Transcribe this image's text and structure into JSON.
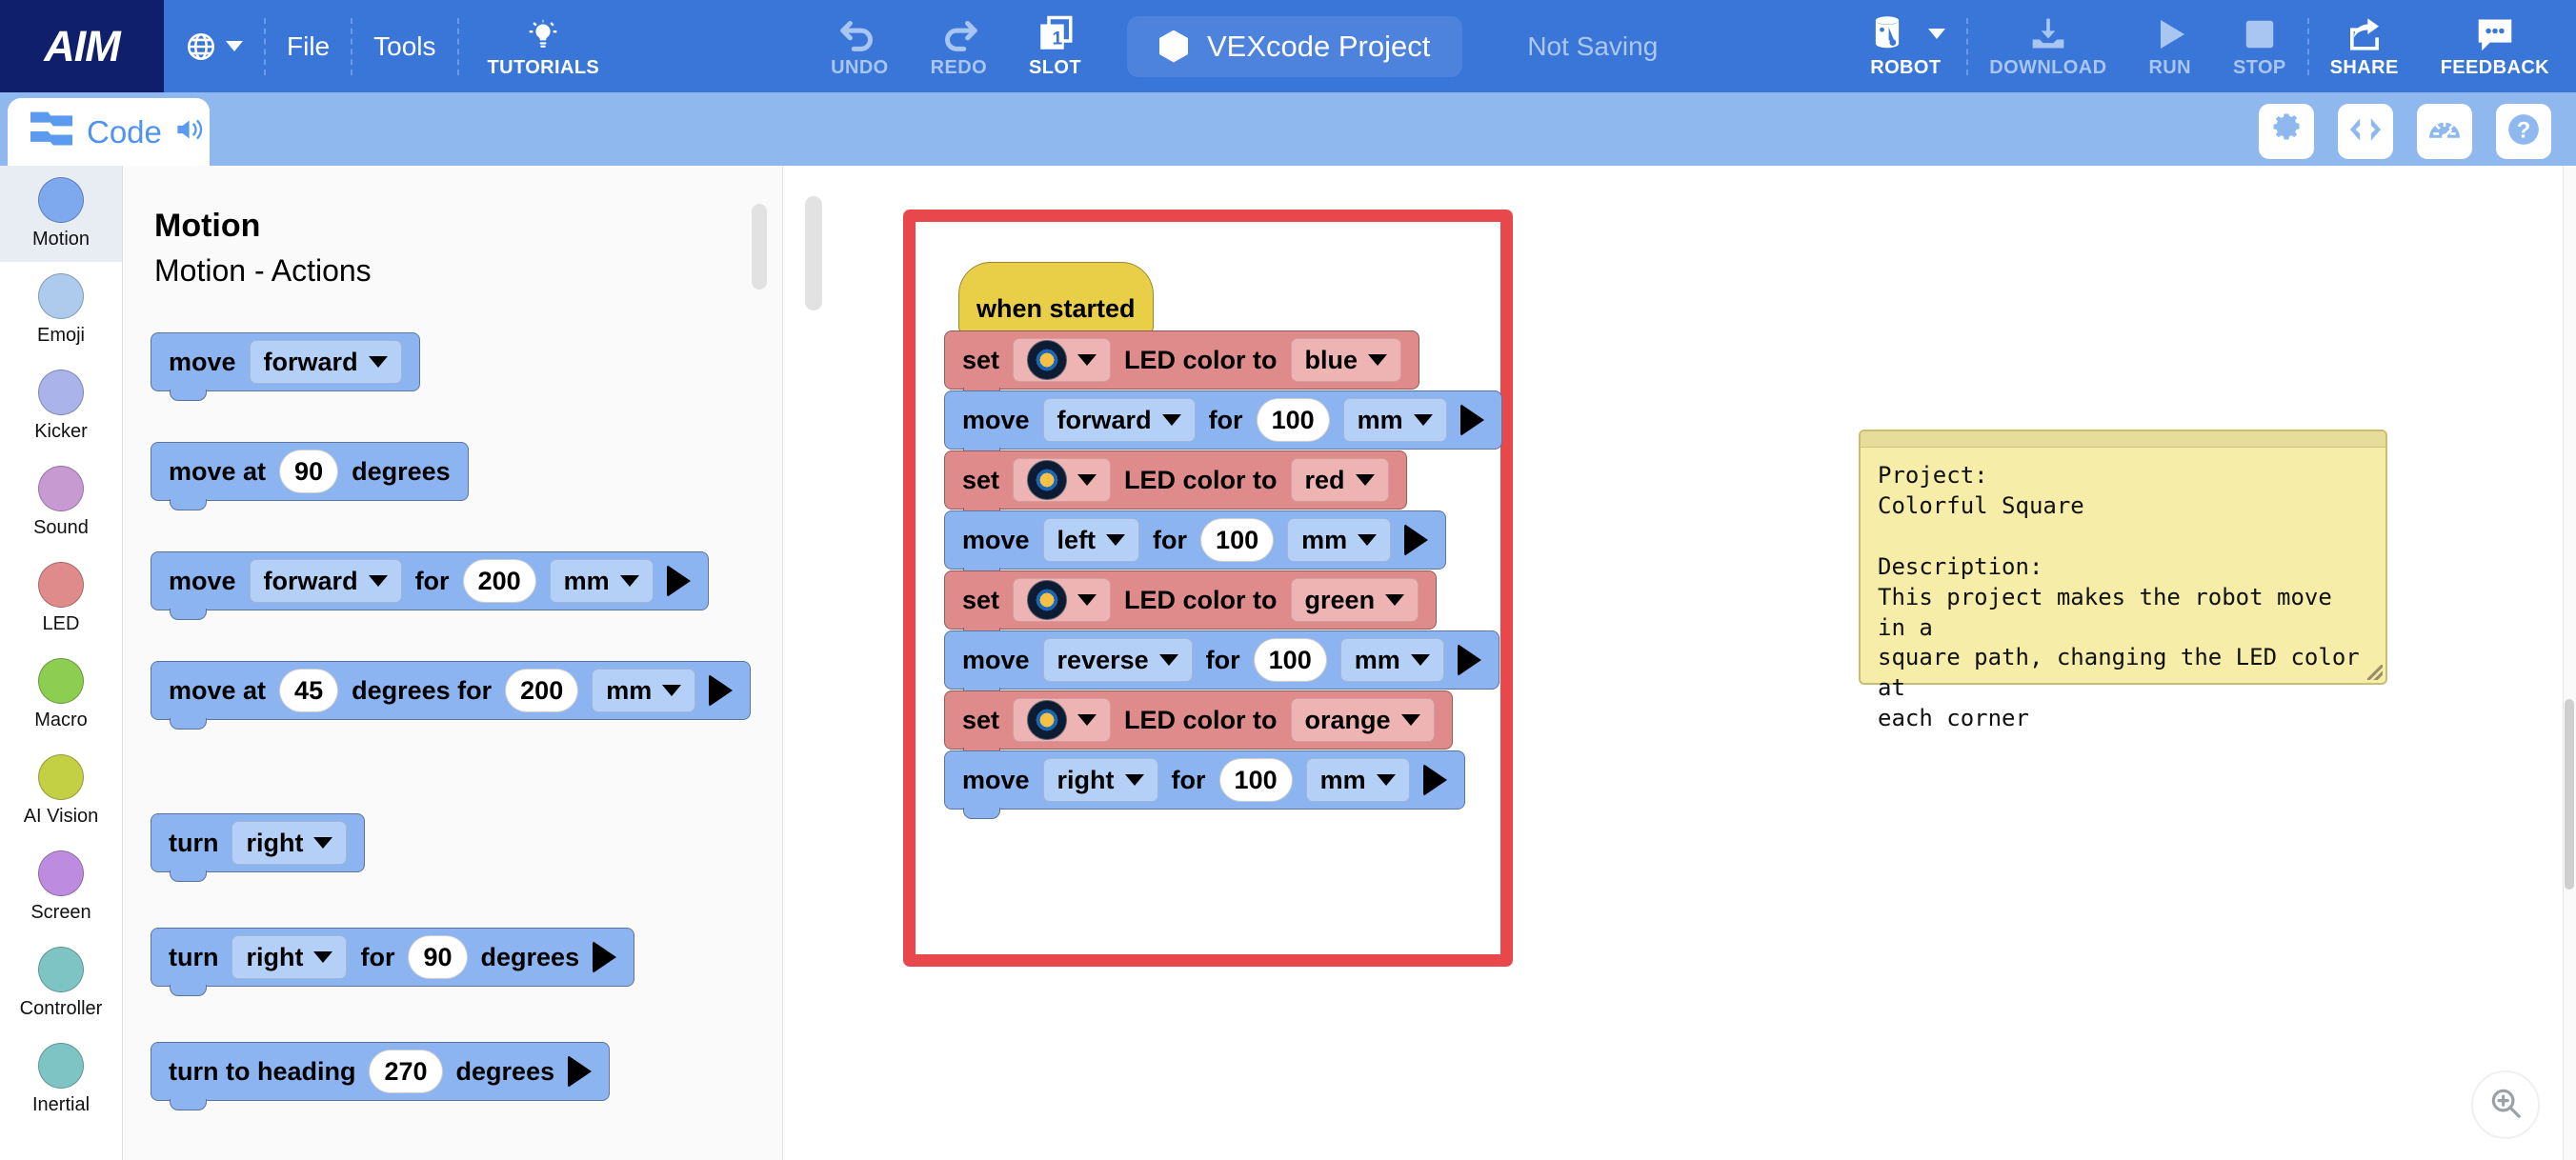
{
  "toolbar": {
    "logo": "AIM",
    "language_icon": "globe-icon",
    "menus": [
      "File",
      "Tools"
    ],
    "tutorials_label": "TUTORIALS",
    "undo_label": "UNDO",
    "redo_label": "REDO",
    "slot_label": "SLOT",
    "slot_number": "1",
    "project_name": "VEXcode Project",
    "save_status": "Not Saving",
    "robot_label": "ROBOT",
    "download_label": "DOWNLOAD",
    "run_label": "RUN",
    "stop_label": "STOP",
    "share_label": "SHARE",
    "feedback_label": "FEEDBACK",
    "accent": "#3a76d8",
    "logo_bg": "#0f1f6b"
  },
  "bar2": {
    "tab_label": "Code",
    "icons": [
      "gear-icon",
      "code-brackets-icon",
      "dashboard-icon",
      "help-icon"
    ],
    "bg": "#8fb8ee"
  },
  "categories": [
    {
      "label": "Motion",
      "color": "#7ea9ee",
      "selected": true
    },
    {
      "label": "Emoji",
      "color": "#aecbee",
      "selected": false
    },
    {
      "label": "Kicker",
      "color": "#aab3ea",
      "selected": false
    },
    {
      "label": "Sound",
      "color": "#c79bd2",
      "selected": false
    },
    {
      "label": "LED",
      "color": "#e08b8b",
      "selected": false
    },
    {
      "label": "Macro",
      "color": "#8ccd52",
      "selected": false
    },
    {
      "label": "AI Vision",
      "color": "#c3d044",
      "selected": false
    },
    {
      "label": "Screen",
      "color": "#bd8ce0",
      "selected": false
    },
    {
      "label": "Controller",
      "color": "#7fc4c4",
      "selected": false
    },
    {
      "label": "Inertial",
      "color": "#7fc4c4",
      "selected": false
    }
  ],
  "palette": {
    "title": "Motion",
    "subtitle": "Motion - Actions",
    "blocks": [
      {
        "id": "move-dir",
        "parts": [
          "move"
        ],
        "dropdowns": [
          "forward"
        ],
        "numbers": [],
        "tail": [],
        "play": false
      },
      {
        "id": "move-at-deg",
        "parts": [
          "move at",
          "degrees"
        ],
        "dropdowns": [],
        "numbers": [
          "90"
        ],
        "tail": [],
        "play": false
      },
      {
        "id": "move-dir-for",
        "parts": [
          "move",
          "for"
        ],
        "dropdowns": [
          "forward",
          "mm"
        ],
        "numbers": [
          "200"
        ],
        "tail": [],
        "play": true
      },
      {
        "id": "move-at-deg-for",
        "parts": [
          "move at",
          "degrees for"
        ],
        "dropdowns": [
          "mm"
        ],
        "numbers": [
          "45",
          "200"
        ],
        "tail": [],
        "play": true
      },
      {
        "id": "turn-dir",
        "parts": [
          "turn"
        ],
        "dropdowns": [
          "right"
        ],
        "numbers": [],
        "tail": [],
        "play": false
      },
      {
        "id": "turn-dir-for-deg",
        "parts": [
          "turn",
          "for",
          "degrees"
        ],
        "dropdowns": [
          "right"
        ],
        "numbers": [
          "90"
        ],
        "tail": [],
        "play": true
      },
      {
        "id": "turn-to-heading",
        "parts": [
          "turn to heading",
          "degrees"
        ],
        "dropdowns": [],
        "numbers": [
          "270"
        ],
        "tail": [],
        "play": true
      }
    ]
  },
  "workspace": {
    "highlight_color": "#e8474c",
    "script": [
      {
        "type": "event",
        "label": "when started"
      },
      {
        "type": "led",
        "prefix": "set",
        "device": "aim-led-icon",
        "mid": "LED color to",
        "value": "blue"
      },
      {
        "type": "motion",
        "prefix": "move",
        "dir": "forward",
        "mid": "for",
        "number": "100",
        "unit": "mm"
      },
      {
        "type": "led",
        "prefix": "set",
        "device": "aim-led-icon",
        "mid": "LED color to",
        "value": "red"
      },
      {
        "type": "motion",
        "prefix": "move",
        "dir": "left",
        "mid": "for",
        "number": "100",
        "unit": "mm"
      },
      {
        "type": "led",
        "prefix": "set",
        "device": "aim-led-icon",
        "mid": "LED color to",
        "value": "green"
      },
      {
        "type": "motion",
        "prefix": "move",
        "dir": "reverse",
        "mid": "for",
        "number": "100",
        "unit": "mm"
      },
      {
        "type": "led",
        "prefix": "set",
        "device": "aim-led-icon",
        "mid": "LED color to",
        "value": "orange"
      },
      {
        "type": "motion",
        "prefix": "move",
        "dir": "right",
        "mid": "for",
        "number": "100",
        "unit": "mm"
      }
    ],
    "comment": "Project:\nColorful Square\n\nDescription:\nThis project makes the robot move in a\nsquare path, changing the LED color at\neach corner",
    "zoom_icon": "zoom-in-icon"
  }
}
